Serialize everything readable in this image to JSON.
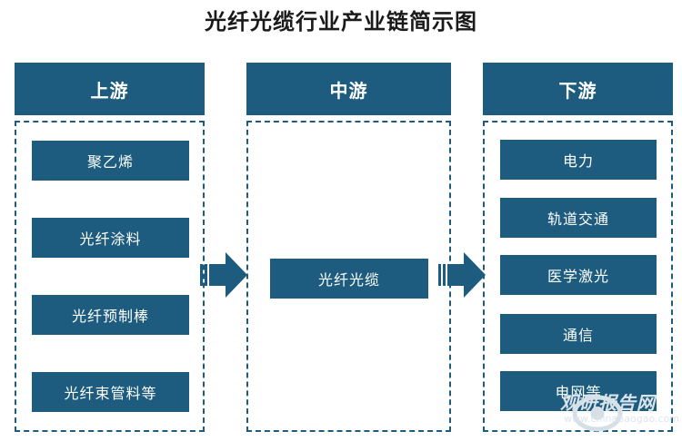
{
  "title": "光纤光缆行业产业链简示图",
  "upstream": {
    "header": "上游",
    "items": [
      "聚乙烯",
      "光纤涂料",
      "光纤预制棒",
      "光纤束管料等"
    ]
  },
  "midstream": {
    "header": "中游",
    "items": [
      "光纤光缆"
    ]
  },
  "downstream": {
    "header": "下游",
    "items": [
      "电力",
      "轨道交通",
      "医学激光",
      "通信",
      "电网等"
    ]
  },
  "watermark": {
    "brand": "观研报告网",
    "url": "www.chinabaogao.com"
  },
  "colors": {
    "primary": "#1d5c7e",
    "background": "#ffffff"
  }
}
